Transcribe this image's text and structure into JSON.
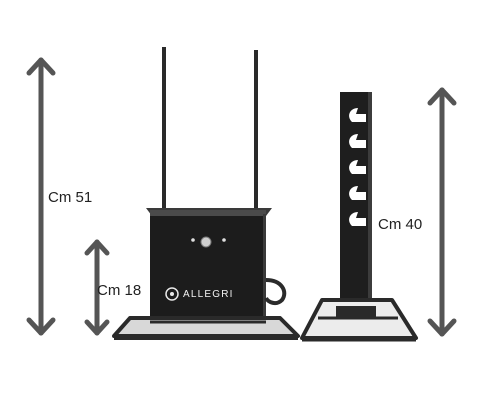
{
  "dimensions": {
    "overall_height": "Cm 51",
    "box_height": "Cm 18",
    "rack_height": "Cm 40"
  },
  "product": {
    "brand": "ALLEGRI"
  },
  "colors": {
    "arrow": "#555555",
    "metal": "#1e1e1e",
    "label": "#222222"
  }
}
